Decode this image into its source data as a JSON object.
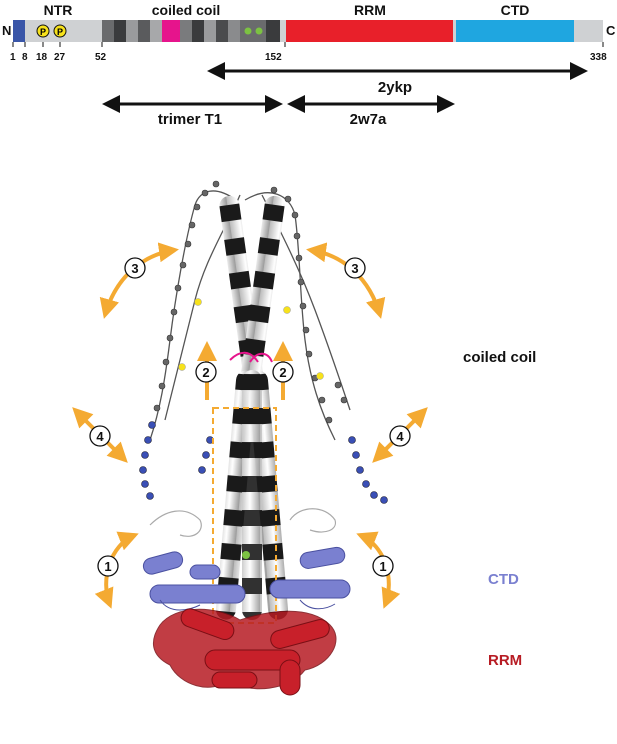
{
  "domain_bar": {
    "n_term": "N",
    "c_term": "C",
    "regions": {
      "ntr": "NTR",
      "coiled_coil": "coiled coil",
      "rrm": "RRM",
      "ctd": "CTD"
    },
    "positions": [
      "1",
      "8",
      "18",
      "27",
      "52",
      "152",
      "338"
    ],
    "phospho_mark": "P"
  },
  "constructs": {
    "c1": "2ykp",
    "c2": "trimer T1",
    "c3": "2w7a"
  },
  "structure": {
    "motion_labels": [
      "1",
      "2",
      "3",
      "4"
    ],
    "legend": {
      "coiled_coil": "coiled coil",
      "ctd": "CTD",
      "rrm": "RRM"
    }
  },
  "colors": {
    "ntr_blue": "#3a56a8",
    "magenta": "#e6148c",
    "rrm_red": "#e8202a",
    "ctd_cyan": "#1fa6e0",
    "arrow_orange": "#f4aa32",
    "ctd_periwinkle": "#7a80d0",
    "rrm_dark_red": "#b71c24",
    "phospho_yellow": "#f7e21b",
    "green_dot": "#7cc242"
  }
}
